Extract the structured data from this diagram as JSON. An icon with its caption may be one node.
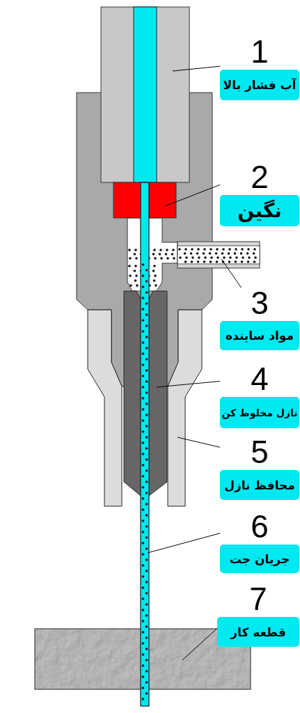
{
  "diagram": {
    "nodes": [
      {
        "text": [
          "1",
          "آب فشار بالا"
        ]
      },
      {
        "text": [
          "2",
          "نگین"
        ]
      },
      {
        "text": [
          "3",
          "مواد ساینده"
        ]
      },
      {
        "text": [
          "4",
          "نازل مخلوط کن"
        ]
      },
      {
        "text": [
          "5",
          "محافظ نازل"
        ]
      },
      {
        "text": [
          "6",
          "جریان جت"
        ]
      },
      {
        "text": [
          "7",
          "قطعه کار"
        ]
      },
      {
        "text": [],
        "shape": "box"
      },
      {
        "text": [],
        "shape": "box"
      },
      {
        "text": [],
        "shape": "box"
      },
      {
        "text": [],
        "shape": "box"
      },
      {
        "text": [],
        "shape": "box"
      },
      {
        "text": [],
        "shape": "bar"
      },
      {
        "text": [],
        "shape": "box"
      }
    ],
    "edges": [
      {
        "from": 0,
        "to": 7,
        "arrow": "none"
      },
      {
        "from": 1,
        "to": 8,
        "arrow": "none"
      },
      {
        "from": 2,
        "to": 9,
        "arrow": "none"
      },
      {
        "from": 3,
        "to": 10,
        "arrow": "none"
      },
      {
        "from": 4,
        "to": 11,
        "arrow": "none"
      },
      {
        "from": 5,
        "to": 12,
        "arrow": "none"
      },
      {
        "from": 6,
        "to": 13,
        "arrow": "none"
      }
    ]
  }
}
